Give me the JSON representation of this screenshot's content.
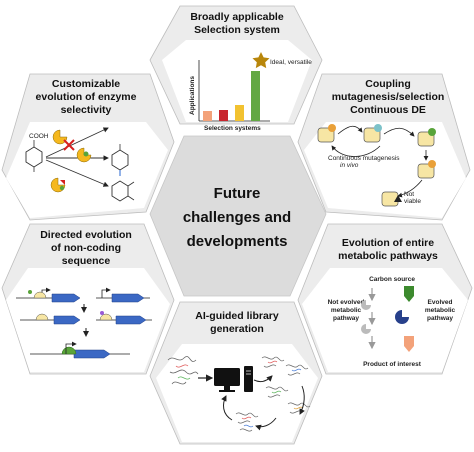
{
  "center": {
    "lines": [
      "Future",
      "challenges and",
      "developments"
    ]
  },
  "panels": {
    "top": {
      "title": [
        "Broadly applicable",
        "Selection system"
      ],
      "ylabel": "Applications",
      "xlabel": "Selection systems",
      "star_label": "Ideal, versatile",
      "bars": [
        {
          "value": 1.0,
          "color": "#f3a27a"
        },
        {
          "value": 1.1,
          "color": "#c8262e"
        },
        {
          "value": 1.6,
          "color": "#f2c230"
        },
        {
          "value": 5.0,
          "color": "#63a844"
        }
      ]
    },
    "top_left": {
      "title": [
        "Customizable",
        "evolution of enzyme",
        "selectivity"
      ],
      "substrate_label": "COOH"
    },
    "top_right": {
      "title": [
        "Coupling",
        "mutagenesis/selection",
        "Continuous DE"
      ],
      "cycle_label": [
        "Continuous mutagenesis",
        "in vivo"
      ],
      "not_viable": [
        "Not",
        "viable"
      ]
    },
    "bottom_left": {
      "title": [
        "Directed evolution",
        "of non-coding",
        "sequence"
      ]
    },
    "bottom_right": {
      "title": [
        "Evolution of entire",
        "metabolic pathways"
      ],
      "carbon_source": "Carbon source",
      "not_evolved": [
        "Not evolved",
        "metabolic",
        "pathway"
      ],
      "evolved": [
        "Evolved",
        "metabolic",
        "pathway"
      ],
      "product": "Product of interest"
    },
    "bottom": {
      "title": [
        "AI-guided library",
        "generation"
      ]
    }
  }
}
